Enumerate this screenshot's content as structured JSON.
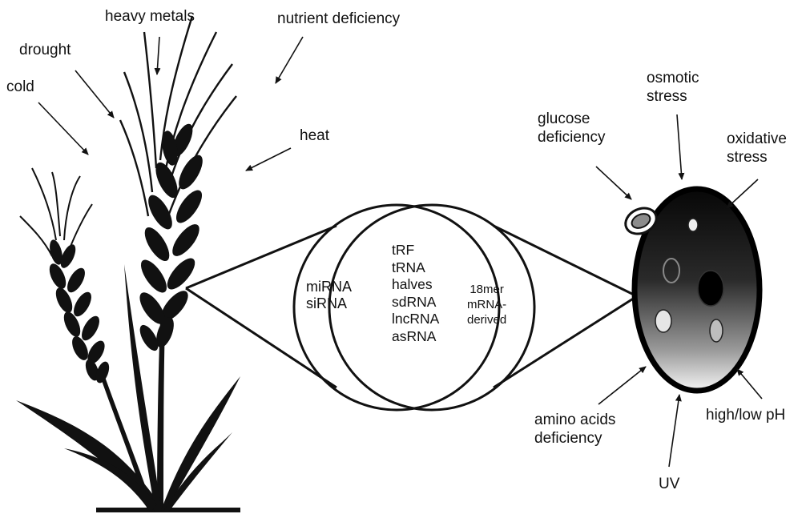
{
  "plant_stresses": {
    "cold": "cold",
    "drought": "drought",
    "heavy_metals": "heavy metals",
    "nutrient_deficiency": "nutrient deficiency",
    "heat": "heat"
  },
  "cell_stresses": {
    "osmotic_line1": "osmotic",
    "osmotic_line2": "stress",
    "glucose_line1": "glucose",
    "glucose_line2": "deficiency",
    "oxidative_line1": "oxidative",
    "oxidative_line2": "stress",
    "amino_line1": "amino acids",
    "amino_line2": "deficiency",
    "uv": "UV",
    "ph": "high/low pH"
  },
  "venn": {
    "left": [
      "miRNA",
      "siRNA"
    ],
    "center": [
      "tRF",
      "tRNA",
      "halves",
      "sdRNA",
      "lncRNA",
      "asRNA"
    ],
    "right": [
      "18mer",
      "mRNA-",
      "derived"
    ]
  },
  "colors": {
    "ink": "#111111",
    "cell_gradient_top": "#0a0a0a",
    "cell_gradient_bottom": "#f2f2f2",
    "bud_fill": "#8c8c8c"
  }
}
